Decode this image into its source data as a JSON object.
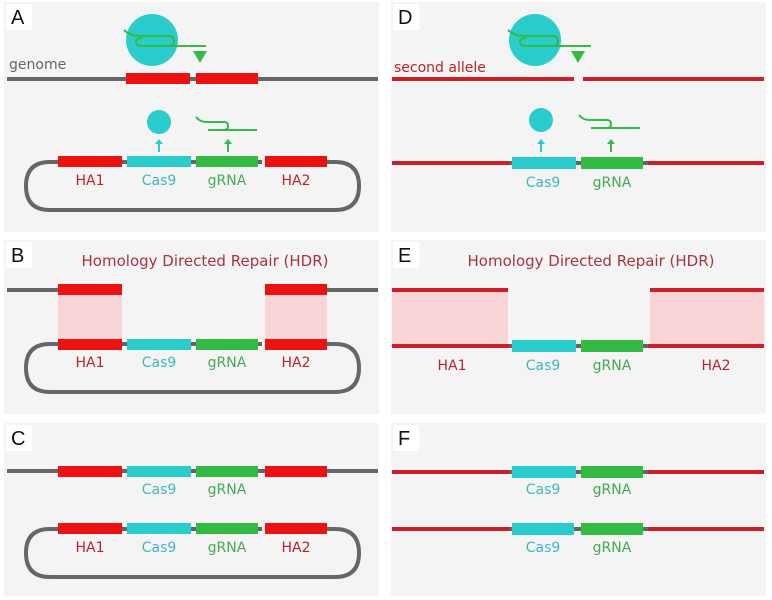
{
  "colors": {
    "panel_bg": "#f4f4f4",
    "genome_line": "#666666",
    "allele_red": "#cc1f2a",
    "ha_red": "#ee1111",
    "ha_fill": "#f8d4d6",
    "cas9": "#2bcccc",
    "grna": "#33bb44",
    "cas9_text": "#3fb8c0",
    "grna_text": "#44aa55",
    "ha_text": "#b8232e",
    "title_text": "#a8343e"
  },
  "panels": [
    {
      "id": "A",
      "letter": "A",
      "side_label": "genome",
      "labels": {
        "ha1": "HA1",
        "cas9": "Cas9",
        "grna": "gRNA",
        "ha2": "HA2"
      }
    },
    {
      "id": "B",
      "letter": "B",
      "title": "Homology Directed Repair (HDR)",
      "labels": {
        "ha1": "HA1",
        "cas9": "Cas9",
        "grna": "gRNA",
        "ha2": "HA2"
      }
    },
    {
      "id": "C",
      "letter": "C",
      "top_labels": {
        "cas9": "Cas9",
        "grna": "gRNA"
      },
      "labels": {
        "ha1": "HA1",
        "cas9": "Cas9",
        "grna": "gRNA",
        "ha2": "HA2"
      }
    },
    {
      "id": "D",
      "letter": "D",
      "side_label": "second allele",
      "labels": {
        "cas9": "Cas9",
        "grna": "gRNA"
      }
    },
    {
      "id": "E",
      "letter": "E",
      "title": "Homology Directed Repair (HDR)",
      "labels": {
        "ha1": "HA1",
        "cas9": "Cas9",
        "grna": "gRNA",
        "ha2": "HA2"
      }
    },
    {
      "id": "F",
      "letter": "F",
      "top_labels": {
        "cas9": "Cas9",
        "grna": "gRNA"
      },
      "labels": {
        "cas9": "Cas9",
        "grna": "gRNA"
      }
    }
  ]
}
